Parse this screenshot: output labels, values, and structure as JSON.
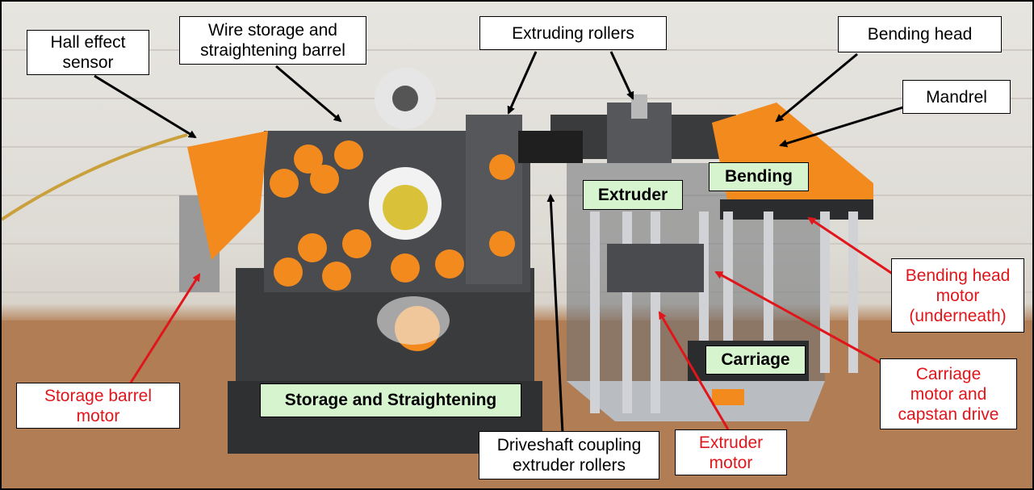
{
  "image": {
    "subject": "wire bending machine prototype with labeled components",
    "colors": {
      "frame": "#3a3b3d",
      "printed_parts": "#f28a1e",
      "wall": "#e5e2dc",
      "table": "#b07d55",
      "callout_black": "#000000",
      "callout_red": "#e0161b",
      "module_fill": "#d6f5cf"
    }
  },
  "callouts": {
    "hall_sensor": "Hall effect\nsensor",
    "wire_storage": "Wire storage and\nstraightening barrel",
    "extruding_rollers": "Extruding rollers",
    "bending_head": "Bending head",
    "mandrel": "Mandrel",
    "bending_motor": "Bending head\nmotor\n(underneath)",
    "carriage_motor": "Carriage\nmotor and\ncapstan drive",
    "extruder_motor": "Extruder\nmotor",
    "driveshaft": "Driveshaft coupling\nextruder rollers",
    "storage_motor": "Storage barrel\nmotor"
  },
  "modules": {
    "extruder": "Extruder",
    "bending": "Bending",
    "carriage": "Carriage",
    "storage": "Storage and Straightening"
  }
}
